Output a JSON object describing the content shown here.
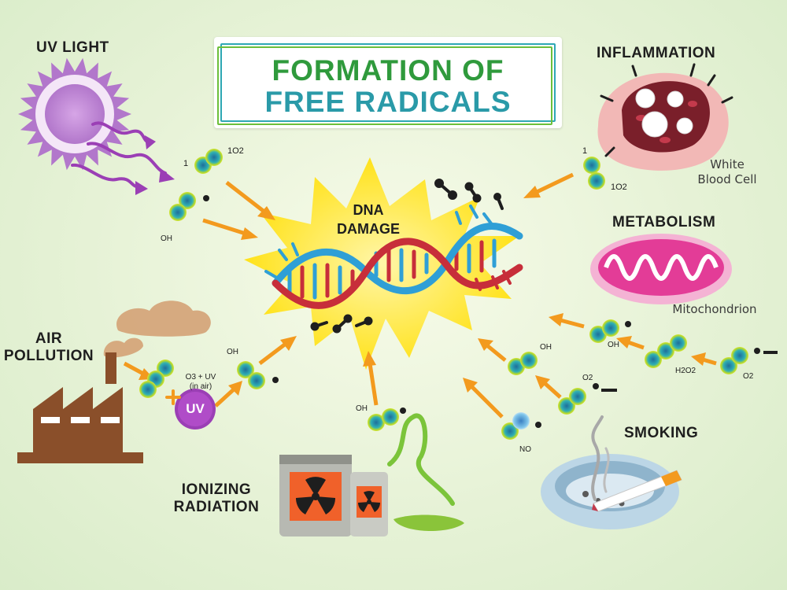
{
  "title": {
    "line1": "FORMATION OF",
    "line2": "FREE RADICALS"
  },
  "center": {
    "line1": "DNA",
    "line2": "DAMAGE"
  },
  "sources": {
    "uv_light": "UV LIGHT",
    "inflammation": "INFLAMMATION",
    "inflammation_caption": {
      "line1": "White",
      "line2": "Blood Cell"
    },
    "metabolism": "METABOLISM",
    "metabolism_caption": "Mitochondrion",
    "air_pollution": {
      "line1": "AIR",
      "line2": "POLLUTION"
    },
    "ionizing_radiation": {
      "line1": "IONIZING",
      "line2": "RADIATION"
    },
    "smoking": "SMOKING"
  },
  "chem": {
    "singlet_oxygen": "1O2",
    "singlet_number": "1",
    "hydroxyl": "OH",
    "ozone_uv": {
      "line1": "O3 + UV",
      "line2": "(in air)"
    },
    "uv_badge": "UV",
    "superoxide": "O2",
    "hydrogen_peroxide": "H2O2",
    "nitric_oxide": "NO"
  },
  "colors": {
    "arrow": "#f39a1e",
    "title_green": "#2f9a3c",
    "title_teal": "#2a9aa8",
    "uv_purple": "#9b3fb5",
    "starburst": "#ffe21a",
    "molecule": "#2a9db0",
    "factory": "#8a4f2a"
  }
}
